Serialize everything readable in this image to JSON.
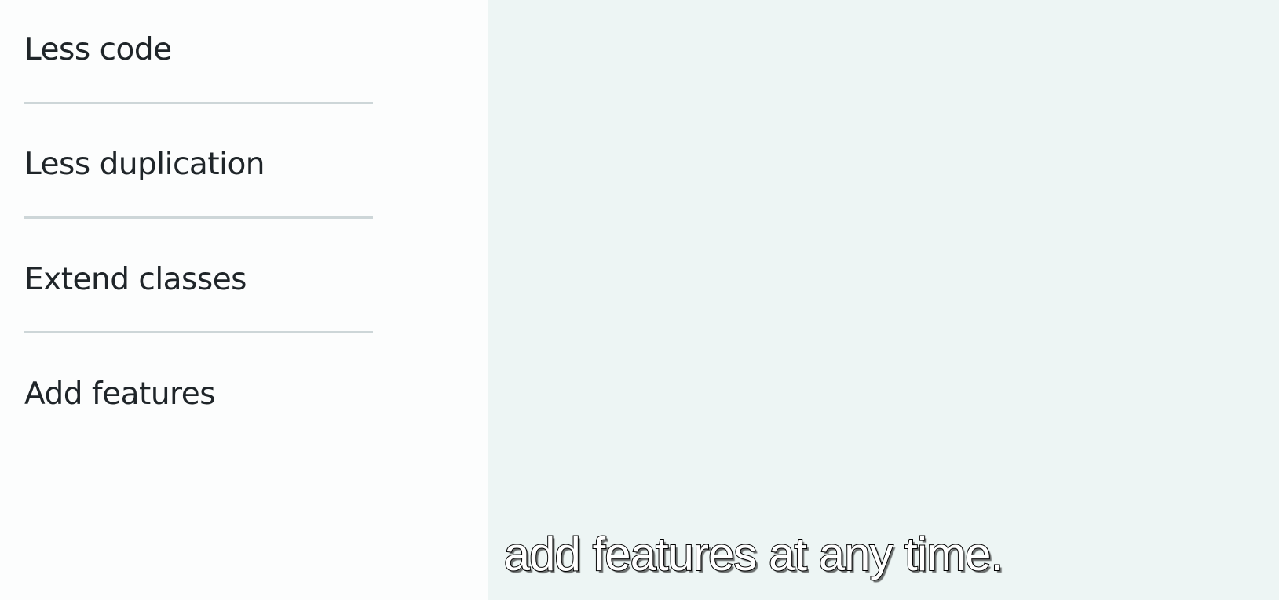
{
  "features": {
    "items": [
      {
        "label": "Less code"
      },
      {
        "label": "Less duplication"
      },
      {
        "label": "Extend classes"
      },
      {
        "label": "Add features"
      }
    ]
  },
  "caption": {
    "text": "add features at any time."
  },
  "colors": {
    "left_background": "#fcfdfd",
    "right_background": "#edf5f4",
    "text": "#1f2529",
    "divider": "#cdd6d8"
  }
}
